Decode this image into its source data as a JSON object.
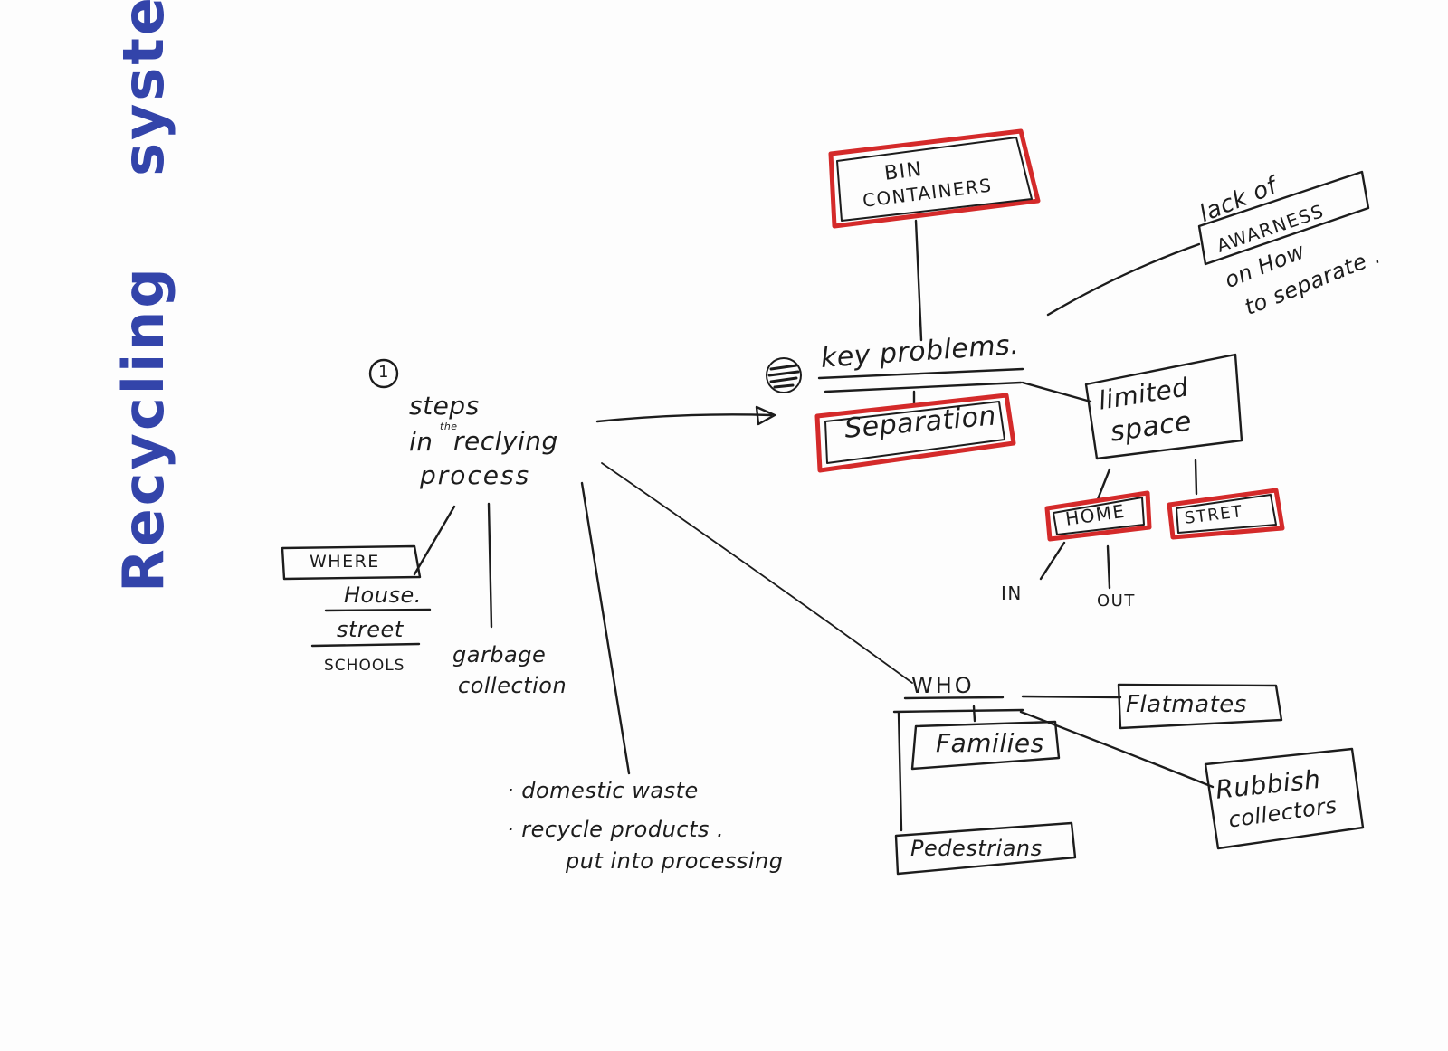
{
  "title": "Recycling    systems",
  "ink_color": "#1c1c1c",
  "highlight_color": "#d42a2a",
  "title_color": "#3344aa",
  "nodes": {
    "step_number": "1",
    "steps_line1": "steps",
    "steps_line2a": "in",
    "steps_line2_the": "the",
    "steps_line2b": "reclying",
    "steps_line3": "process",
    "where": "WHERE",
    "house": "House.",
    "street_lower": "street",
    "schools": "SCHOOLS",
    "garbage_1": "garbage",
    "garbage_2": "collection",
    "domestic": "· domestic waste",
    "recycle": "· recycle products .",
    "processing": "put into processing",
    "key_problems": "key problems.",
    "separation": "Separation",
    "bin_1": "BIN",
    "bin_2": "CONTAINERS",
    "lack_1": "lack of",
    "lack_2": "AWARNESS",
    "lack_3": "on How",
    "lack_4": "to separate .",
    "limited_1": "limited",
    "limited_2": "space",
    "home": "HOME",
    "street_caps": "STRET",
    "in": "IN",
    "out": "OUT",
    "who": "WHO",
    "flatmates": "Flatmates",
    "families": "Families",
    "rubbish_1": "Rubbish",
    "rubbish_2": "collectors",
    "pedestrians": "Pedestrians"
  }
}
